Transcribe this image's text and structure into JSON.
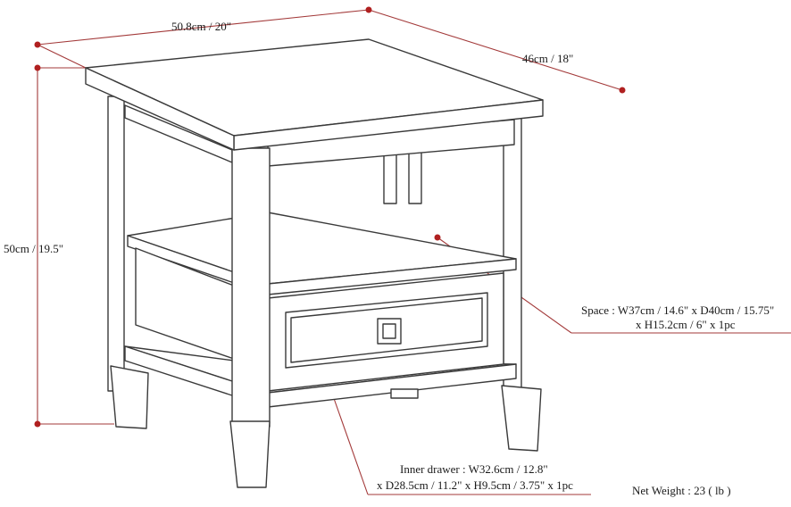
{
  "dimensions": {
    "width_label": "50.8cm / 20\"",
    "depth_label": "46cm / 18\"",
    "height_label": "50cm / 19.5\""
  },
  "annotations": {
    "space_line1": "Space : W37cm / 14.6\" x D40cm / 15.75\"",
    "space_line2": "x H15.2cm / 6\" x 1pc",
    "drawer_line1": "Inner drawer : W32.6cm / 12.8\"",
    "drawer_line2": "x D28.5cm / 11.2\" x H9.5cm / 3.75\" x 1pc",
    "net_weight": "Net Weight : 23 ( lb )"
  },
  "colors": {
    "line": "#3a3a3a",
    "fill": "#ffffff",
    "dimension": "#a33a3a",
    "dot": "#b02020"
  }
}
